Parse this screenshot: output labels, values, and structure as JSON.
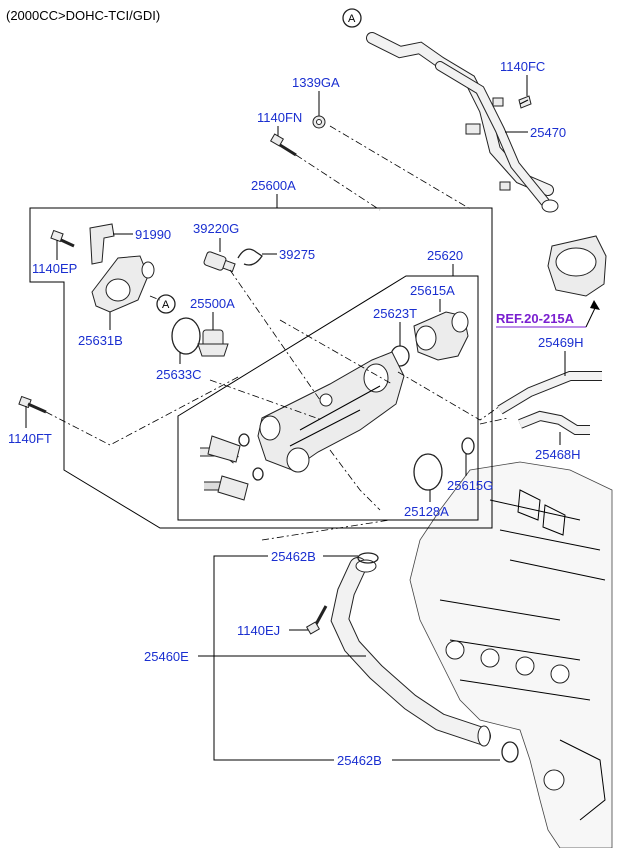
{
  "header": {
    "title": "(2000CC>DOHC-TCI/GDI)"
  },
  "colors": {
    "label": "#1a2fd0",
    "reference": "#7a1fd0",
    "line": "#000000"
  },
  "callouts": {
    "circle_a_top": "A",
    "circle_a_mid": "A"
  },
  "parts": {
    "p1140FC": "1140FC",
    "p1339GA": "1339GA",
    "p1140FN": "1140FN",
    "p25470": "25470",
    "p25600A": "25600A",
    "p91990": "91990",
    "p39220G": "39220G",
    "p39275": "39275",
    "p1140EP": "1140EP",
    "p25620": "25620",
    "p25500A": "25500A",
    "p25615A": "25615A",
    "p25631B": "25631B",
    "p25623T": "25623T",
    "p25633C": "25633C",
    "p25469H": "25469H",
    "p1140FT": "1140FT",
    "p25468H": "25468H",
    "p25615G": "25615G",
    "p25128A": "25128A",
    "p25462B_top": "25462B",
    "p1140EJ": "1140EJ",
    "p25460E": "25460E",
    "p25462B_bottom": "25462B"
  },
  "reference": {
    "label": "REF.20-215A"
  }
}
